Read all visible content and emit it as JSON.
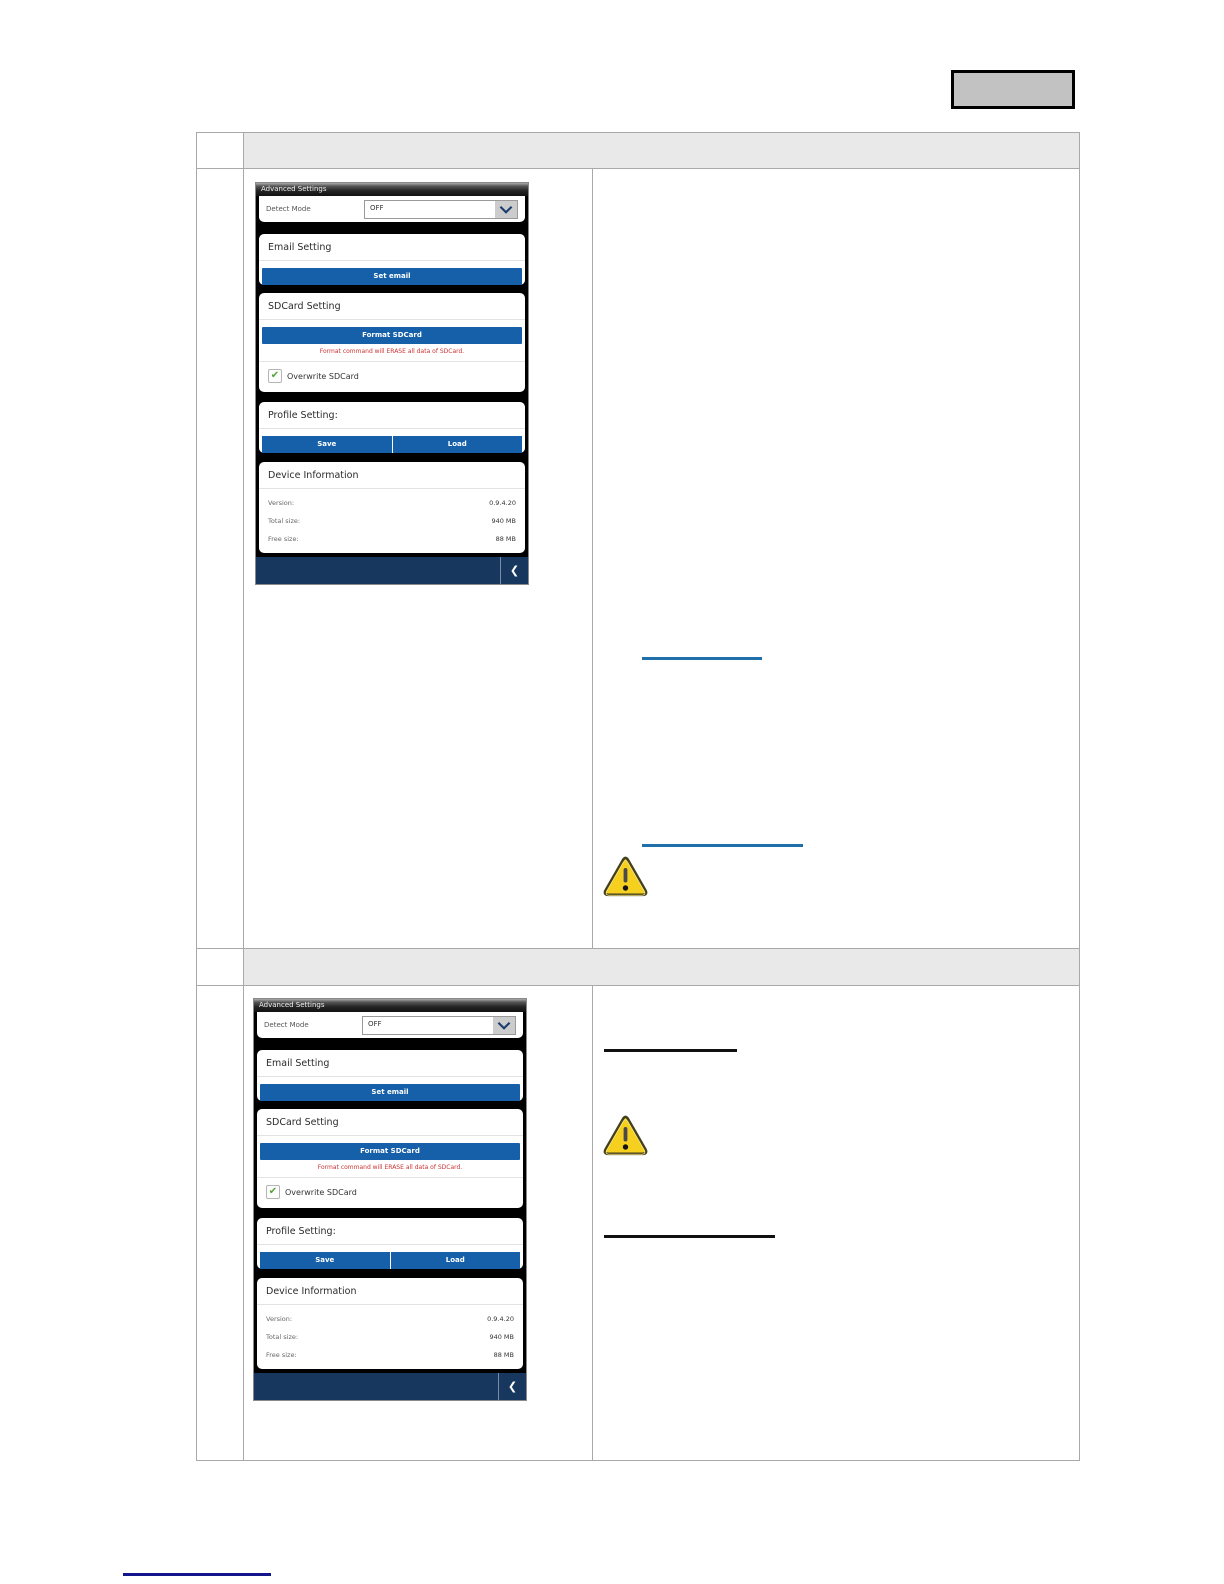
{
  "phone": {
    "title": "Advanced Settings",
    "detect_mode": {
      "label": "Detect Mode",
      "value": "OFF"
    },
    "email": {
      "heading": "Email Setting",
      "set_email_button": "Set email"
    },
    "sdcard": {
      "heading": "SDCard Setting",
      "format_button": "Format SDCard",
      "warning_text": "Format command will ERASE all data of SDCard.",
      "overwrite_label": "Overwrite SDCard",
      "check_glyph": "✔"
    },
    "profile": {
      "heading": "Profile Setting:",
      "save_button": "Save",
      "load_button": "Load"
    },
    "device": {
      "heading": "Device Information",
      "rows": [
        {
          "label": "Version:",
          "value": "0.9.4.20"
        },
        {
          "label": "Total size:",
          "value": "940 MB"
        },
        {
          "label": "Free size:",
          "value": "88 MB"
        }
      ]
    },
    "back_glyph": "❮"
  },
  "colors": {
    "button_blue": "#1560a8",
    "navbar_navy": "#17375e",
    "link_underline_blue": "#1f6fad",
    "link_underline_black": "#111111",
    "footer_link_navy": "#14148c",
    "sd_warning_red": "#cc3333",
    "table_header_gray": "#e9e9e9",
    "header_box_gray": "#c2c2c2"
  }
}
